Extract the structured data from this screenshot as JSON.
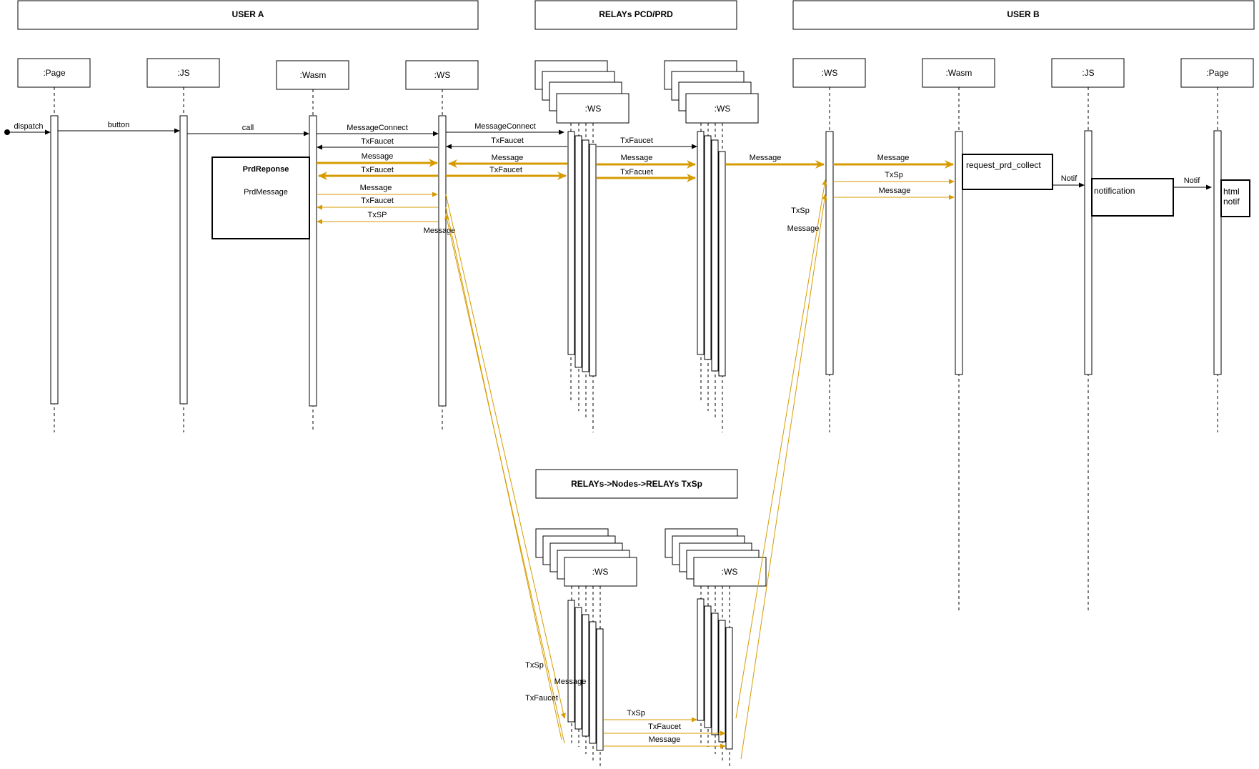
{
  "groups": {
    "user_a": "USER A",
    "relays": "RELAYs PCD/PRD",
    "user_b": "USER B",
    "relays_nodes": "RELAYs->Nodes->RELAYs TxSp"
  },
  "participants": {
    "a_page": ":Page",
    "a_js": ":JS",
    "a_wasm": ":Wasm",
    "a_ws": ":WS",
    "relay_ws": ":WS",
    "b_ws": ":WS",
    "b_wasm": ":Wasm",
    "b_js": ":JS",
    "b_page": ":Page"
  },
  "notes": {
    "prd_title": "PrdReponse",
    "prd_body": "PrdMessage",
    "request": "request_prd_collect",
    "notification": "notification",
    "html_1": "html",
    "html_2": "notif"
  },
  "messages": {
    "dispatch": "dispatch",
    "button": "button",
    "call": "call",
    "message_connect": "MessageConnect",
    "txfaucet": "TxFaucet",
    "txfaucet_alt": "TxFaucet",
    "txfaucet_alt2": "TxFacuet",
    "message": "Message",
    "txsp": "TxSp",
    "txsp_upper": "TxSP",
    "notif": "Notif"
  },
  "colors": {
    "accent": "#d79b00",
    "line": "#000000"
  }
}
